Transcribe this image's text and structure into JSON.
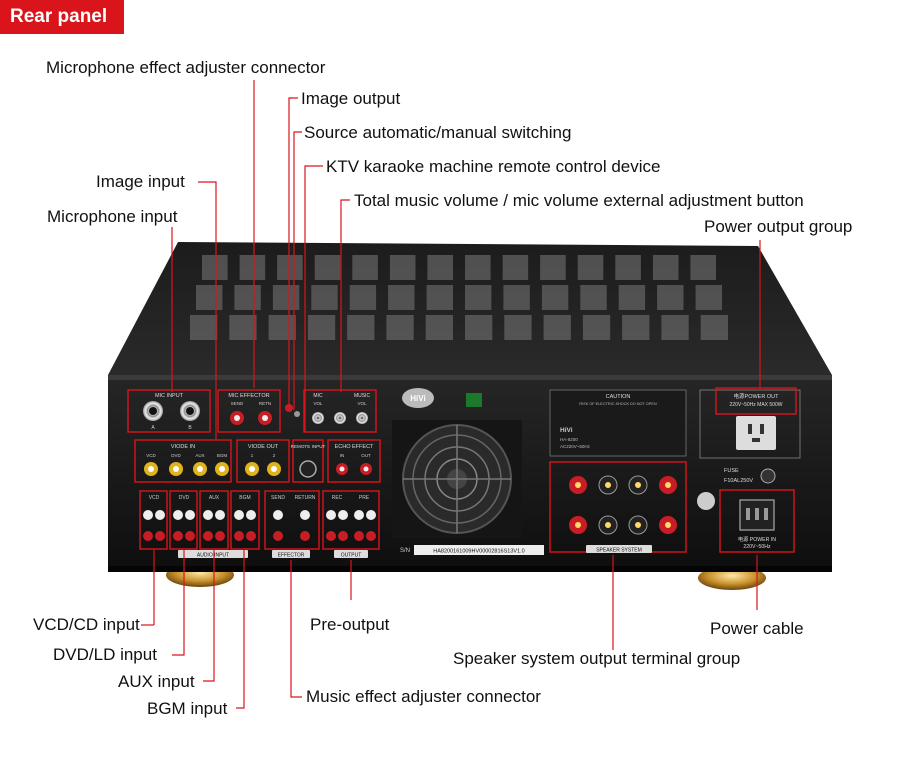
{
  "badge": "Rear panel",
  "labels": {
    "mic_effect": "Microphone effect adjuster connector",
    "image_output": "Image output",
    "source_switch": "Source automatic/manual switching",
    "ktv_remote": "KTV karaoke machine remote control device",
    "volume_button": "Total music volume / mic volume external adjustment button",
    "image_input": "Image input",
    "mic_input": "Microphone input",
    "power_output": "Power output group",
    "vcd": "VCD/CD input",
    "dvd": "DVD/LD input",
    "aux": "AUX input",
    "bgm": "BGM input",
    "pre_output": "Pre-output",
    "music_effect": "Music effect adjuster connector",
    "speaker": "Speaker system output terminal group",
    "power_cable": "Power cable"
  },
  "panel": {
    "logo": "HiVi",
    "mic_input": "MIC INPUT",
    "mic_a": "A",
    "mic_b": "B",
    "mic_effector": "MIC EFFECTOR",
    "send": "SEND",
    "retn": "RETN",
    "mic": "MIC",
    "music": "MUSIC",
    "vol": "VOL",
    "viode_in": "VIODE IN",
    "viode_out": "VIODE OUT",
    "remote_input": "REMOTE INPUT",
    "echo_effect": "ECHO EFFECT",
    "in": "IN",
    "out": "OUT",
    "vcd": "VCD",
    "dvd": "DVD",
    "aux": "AUX",
    "bgm": "BGM",
    "one": "1",
    "two": "2",
    "return": "RETURN",
    "rec": "REC",
    "pre": "PRE",
    "audio_input": "AUDIO INPUT",
    "effector": "EFFECTOR",
    "output": "OUTPUT",
    "caution": "CAUTION",
    "caution_sub": "RISK OF ELECTRIC SHOCK DO NOT OPEN",
    "model": "HA-8200",
    "power_in_spec": "AC220V~50Hz",
    "power_out": "电源POWER OUT",
    "power_out_spec": "220V~50Hz MAX 500W",
    "fuse": "FUSE",
    "fuse_spec": "F10AL250V",
    "power_in": "电源 POWER IN",
    "power_in_volt": "220V~50Hz",
    "speaker_system": "SPEAKER SYSTEM",
    "sn": "S/N",
    "serial": "HA8200161009HV00002816S13V1.0"
  }
}
